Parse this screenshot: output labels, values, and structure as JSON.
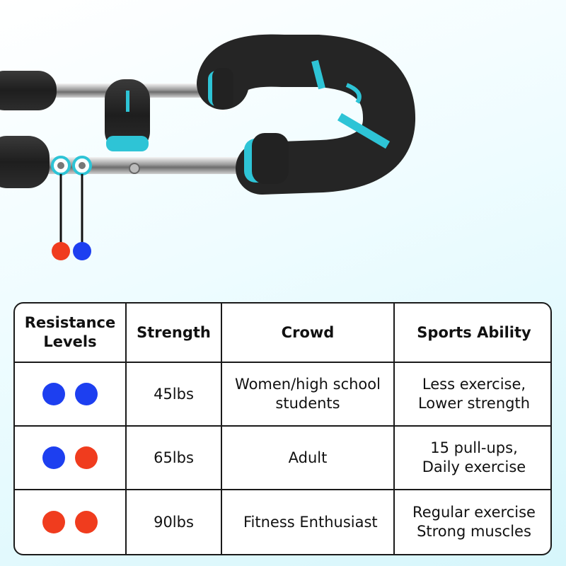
{
  "colors": {
    "blue": "#1d3ff0",
    "red": "#f03c1e",
    "accent": "#2ec4d6"
  },
  "product_image": {
    "icon": "push-up-handle-product-photo"
  },
  "table": {
    "headers": [
      "Resistance\nLevels",
      "Strength",
      "Crowd",
      "Sports Ability"
    ],
    "rows": [
      {
        "dots": [
          "blue",
          "blue"
        ],
        "strength": "45lbs",
        "crowd": "Women/high school\nstudents",
        "ability": "Less exercise,\nLower strength"
      },
      {
        "dots": [
          "blue",
          "red"
        ],
        "strength": "65lbs",
        "crowd": "Adult",
        "ability": "15 pull-ups,\nDaily exercise"
      },
      {
        "dots": [
          "red",
          "red"
        ],
        "strength": "90lbs",
        "crowd": "Fitness Enthusiast",
        "ability": "Regular exercise\nStrong muscles"
      }
    ]
  }
}
